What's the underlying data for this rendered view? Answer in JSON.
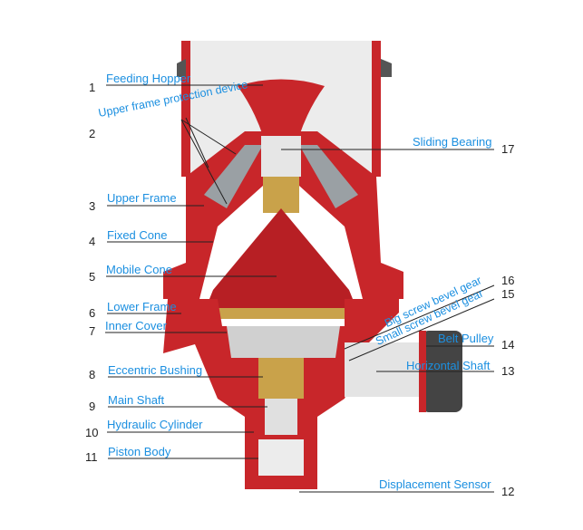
{
  "colors": {
    "label": "#1b8fe0",
    "body": "#c8262a",
    "gold": "#c9a24a",
    "steel": "#d8d8d8"
  },
  "labels": [
    {
      "num": "1",
      "text": "Feeding Hopper"
    },
    {
      "num": "2",
      "text": "Upper frame protection device"
    },
    {
      "num": "3",
      "text": "Upper Frame"
    },
    {
      "num": "4",
      "text": "Fixed Cone"
    },
    {
      "num": "5",
      "text": "Mobile Cone"
    },
    {
      "num": "6",
      "text": "Lower Frame"
    },
    {
      "num": "7",
      "text": "Inner Cover"
    },
    {
      "num": "8",
      "text": "Eccentric Bushing"
    },
    {
      "num": "9",
      "text": "Main Shaft"
    },
    {
      "num": "10",
      "text": "Hydraulic Cylinder"
    },
    {
      "num": "11",
      "text": "Piston Body"
    },
    {
      "num": "12",
      "text": "Displacement Sensor"
    },
    {
      "num": "13",
      "text": "Horizontal Shaft"
    },
    {
      "num": "14",
      "text": "Belt Pulley"
    },
    {
      "num": "15",
      "text": "Small screw bevel gear"
    },
    {
      "num": "16",
      "text": "Big screw bevel gear"
    },
    {
      "num": "17",
      "text": "Sliding Bearing"
    }
  ]
}
